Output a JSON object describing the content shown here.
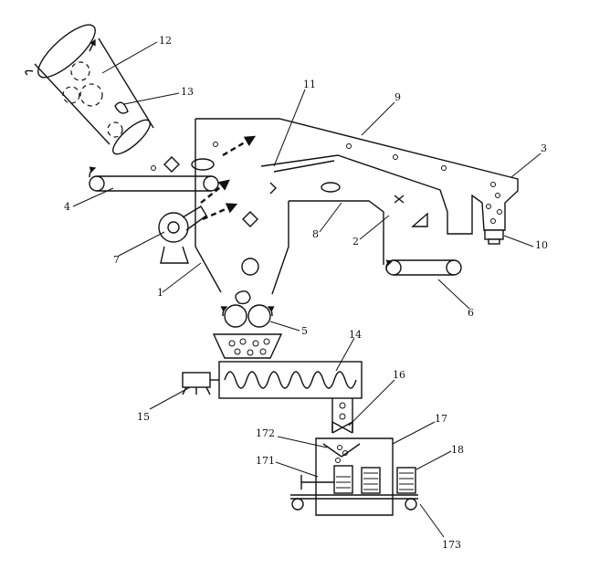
{
  "labels": {
    "l1": "1",
    "l2": "2",
    "l3": "3",
    "l4": "4",
    "l5": "5",
    "l6": "6",
    "l7": "7",
    "l8": "8",
    "l9": "9",
    "l10": "10",
    "l11": "11",
    "l12": "12",
    "l13": "13",
    "l14": "14",
    "l15": "15",
    "l16": "16",
    "l17": "17",
    "l18": "18",
    "l171": "171",
    "l172": "172",
    "l173": "173"
  }
}
